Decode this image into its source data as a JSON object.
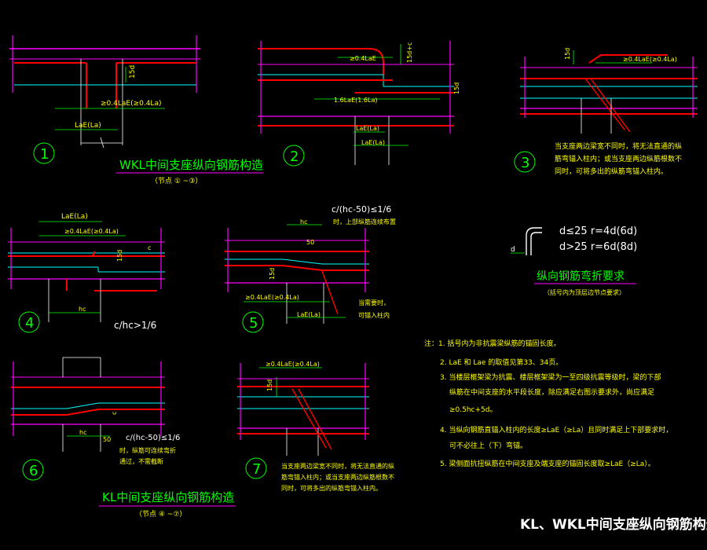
{
  "title": "KL、WKL中间支座纵向钢筋构造",
  "colors": {
    "beam": "#00ffff",
    "rebar": "#ff0000",
    "dim": "#00ff00",
    "column": "#ff00ff",
    "text_yellow": "#ffff00",
    "text_white": "#ffffff",
    "text_green": "#00ff00"
  },
  "nodes": {
    "n1": "1",
    "n2": "2",
    "n3": "3",
    "n4": "4",
    "n5": "5",
    "n6": "6",
    "n7": "7"
  },
  "wkl": {
    "title": "WKL中间支座纵向钢筋构造",
    "subtitle": "（节点 ① ~③）"
  },
  "kl": {
    "title": "KL中间支座纵向钢筋构造",
    "subtitle": "（节点 ④ ~⑦）"
  },
  "dims": {
    "n1_anchor": "≥0.4LaE(≥0.4La)",
    "n1_lae": "LaE(La)",
    "n1_15d": "15d",
    "n2_top": "≥0.4LaE",
    "n2_15dhc": "15d+c",
    "n2_16": "1.6LaE(1.6La)",
    "n2_lae": "LaE(La)",
    "n2_lae2": "LaE(La)",
    "n2_15d": "15d",
    "n3_top": "≥0.4LaE(≥0.4La)",
    "n3_15d": "15d",
    "n4_lae": "LaE(La)",
    "n4_anchor": "≥0.4LaE(≥0.4La)",
    "n4_15d": "15d",
    "n4_c": "c",
    "n4_hc": "hc",
    "n4_cond": "c/hc>1/6",
    "n5_cond": "c/(hc-50)≤1/6",
    "n5_note": "时，上部纵筋连续布置",
    "n5_hc": "hc",
    "n5_50": "50",
    "n5_15d": "15d",
    "n5_anchor": "≥0.4LaE(≥0.4La)",
    "n5_lae": "LaE(La)",
    "n5_note2": "当需要时，",
    "n5_note3": "可锚入柱内",
    "n6_c": "c",
    "n6_hc": "hc",
    "n6_50": "50",
    "n6_cond": "c/(hc-50)≤1/6",
    "n6_note1": "时，纵筋可连续弯折",
    "n6_note2": "通过，不需截断",
    "n7_top": "≥0.4LaE(≥0.4La)",
    "n7_15d": "15d"
  },
  "notes": {
    "n3": [
      "当支座两边梁宽不同时，将无法直通的纵",
      "筋弯锚入柱内；或当支座两边纵筋根数不",
      "同时，可将多出的纵筋弯锚入柱内。"
    ],
    "n7": [
      "当支座两边梁宽不同时，将无法直通的纵",
      "筋弯锚入柱内；或当支座两边纵筋根数不",
      "同时，可将多出的纵筋弯锚入柱内。"
    ]
  },
  "bend": {
    "rule1": "d≤25 r=4d(6d)",
    "rule2": "d>25 r=6d(8d)",
    "d": "d",
    "title": "纵向钢筋弯折要求",
    "subtitle": "（括号内为顶层边节点要求）"
  },
  "general_notes": [
    "注：1. 括号内为非抗震梁纵筋的锚固长度。",
    "2. LaE 和 Lae 的取值见第33、34页。",
    "3. 当楼层框架梁为抗震、楼层框架梁为一至四级抗震等级时，梁的下部",
    "纵筋在中间支座的水平段长度，除应满足右图示要求外，尚应满足",
    "≥0.5hc+5d。",
    "4. 当纵向钢筋直锚入柱内的长度≥LaE（≥La）且同时满足上下部要求时，",
    "可不必往上（下）弯锚。",
    "5. 梁侧面抗扭纵筋在中间支座及端支座的锚固长度取≥LaE（≥La）。"
  ]
}
